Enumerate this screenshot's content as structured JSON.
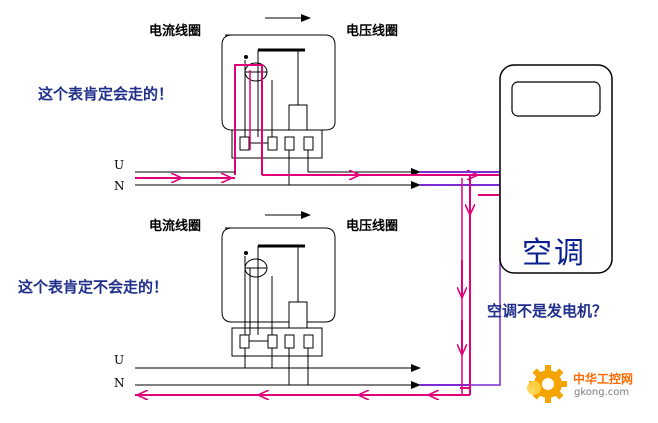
{
  "labels": {
    "current_coil": "电流线圈",
    "voltage_coil": "电压线圈",
    "meter1_claim": "这个表肯定会走的！",
    "meter2_claim": "这个表肯定不会走的！",
    "wire_u": "U",
    "wire_n": "N",
    "ac_unit": "空调",
    "ac_question": "空调不是发电机？"
  },
  "watermark": {
    "brand_cn": "中华工控网",
    "site": "gkong.com"
  },
  "colors": {
    "current_path": "#e0007a",
    "line": "#000000",
    "text_blue": "#1f2f8a",
    "ac_text": "#0a1f8f",
    "watermark_orange": "#ff6a00",
    "junction": "#7a2bd6"
  },
  "icons": [
    "gear-icon"
  ]
}
